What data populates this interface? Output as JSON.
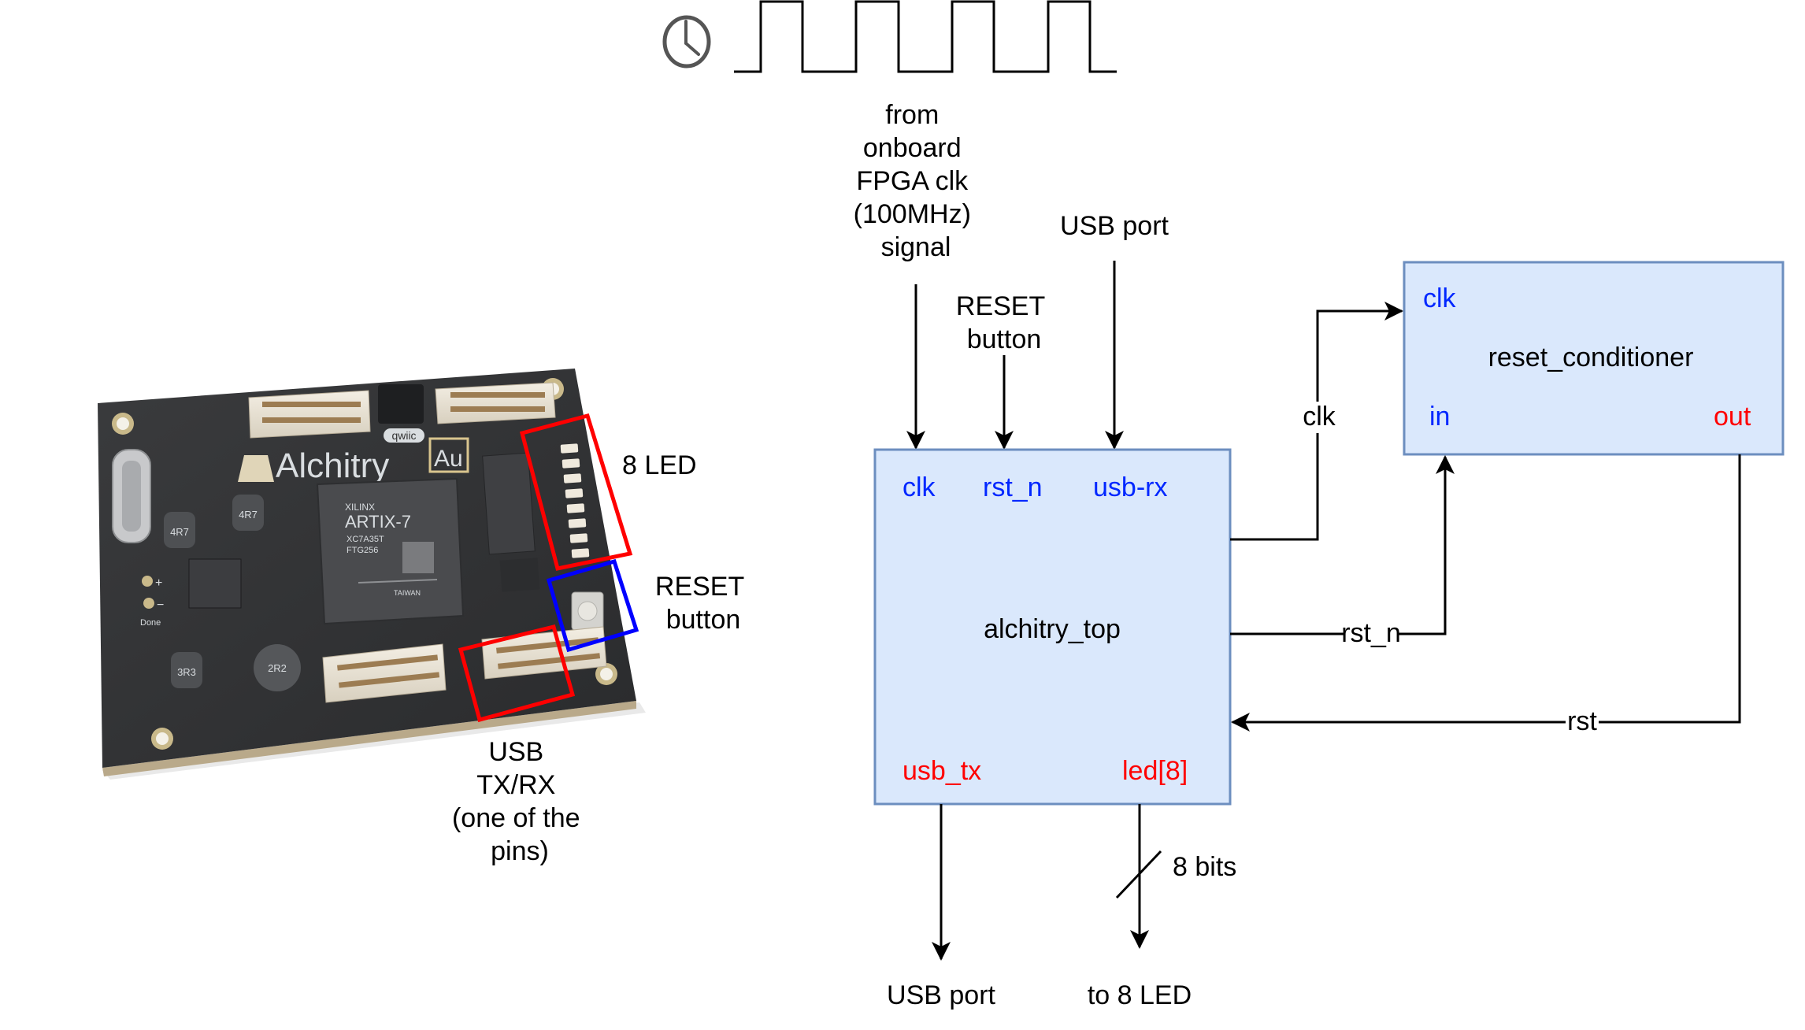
{
  "clock_source": {
    "icon": "clock-icon",
    "waveform": "square-wave",
    "cycles": 4,
    "label_lines": [
      "from",
      "onboard",
      "FPGA clk",
      "(100MHz)",
      "signal"
    ]
  },
  "inputs": {
    "reset_label_lines": [
      "RESET",
      "button"
    ],
    "usb_label": "USB port"
  },
  "modules": {
    "alchitry_top": {
      "name": "alchitry_top",
      "inputs": [
        "clk",
        "rst_n",
        "usb-rx"
      ],
      "outputs": [
        "usb_tx",
        "led[8]"
      ]
    },
    "reset_conditioner": {
      "name": "reset_conditioner",
      "inputs": [
        "clk",
        "in"
      ],
      "outputs": [
        "out"
      ]
    }
  },
  "connections": {
    "clk": "clk",
    "rst_n": "rst_n",
    "rst": "rst"
  },
  "outputs": {
    "usb_label": "USB port",
    "led_label": "to 8 LED",
    "bus_width_label": "8 bits"
  },
  "board": {
    "brand": "Alchitry",
    "model": "Au",
    "qwiic": "qwiic",
    "fpga_lines": [
      "XILINX",
      "ARTIX-7",
      "XC7A35T",
      "FTG256",
      "TAIWAN"
    ],
    "inductors": [
      "4R7",
      "4R7",
      "3R3",
      "2R2"
    ],
    "done_label": "Done",
    "plus": "+",
    "minus": "−",
    "callouts": {
      "led": "8 LED",
      "reset_lines": [
        "RESET",
        "button"
      ],
      "usb_lines": [
        "USB",
        "TX/RX",
        "(one of the",
        "pins)"
      ]
    },
    "highlight_colors": {
      "led": "#ff0000",
      "reset": "#0000ff",
      "usb": "#ff0000"
    }
  },
  "colors": {
    "module_fill": "#dae8fc",
    "module_stroke": "#6c8ebf",
    "input_port": "#0027ff",
    "output_port": "#ff0000"
  }
}
